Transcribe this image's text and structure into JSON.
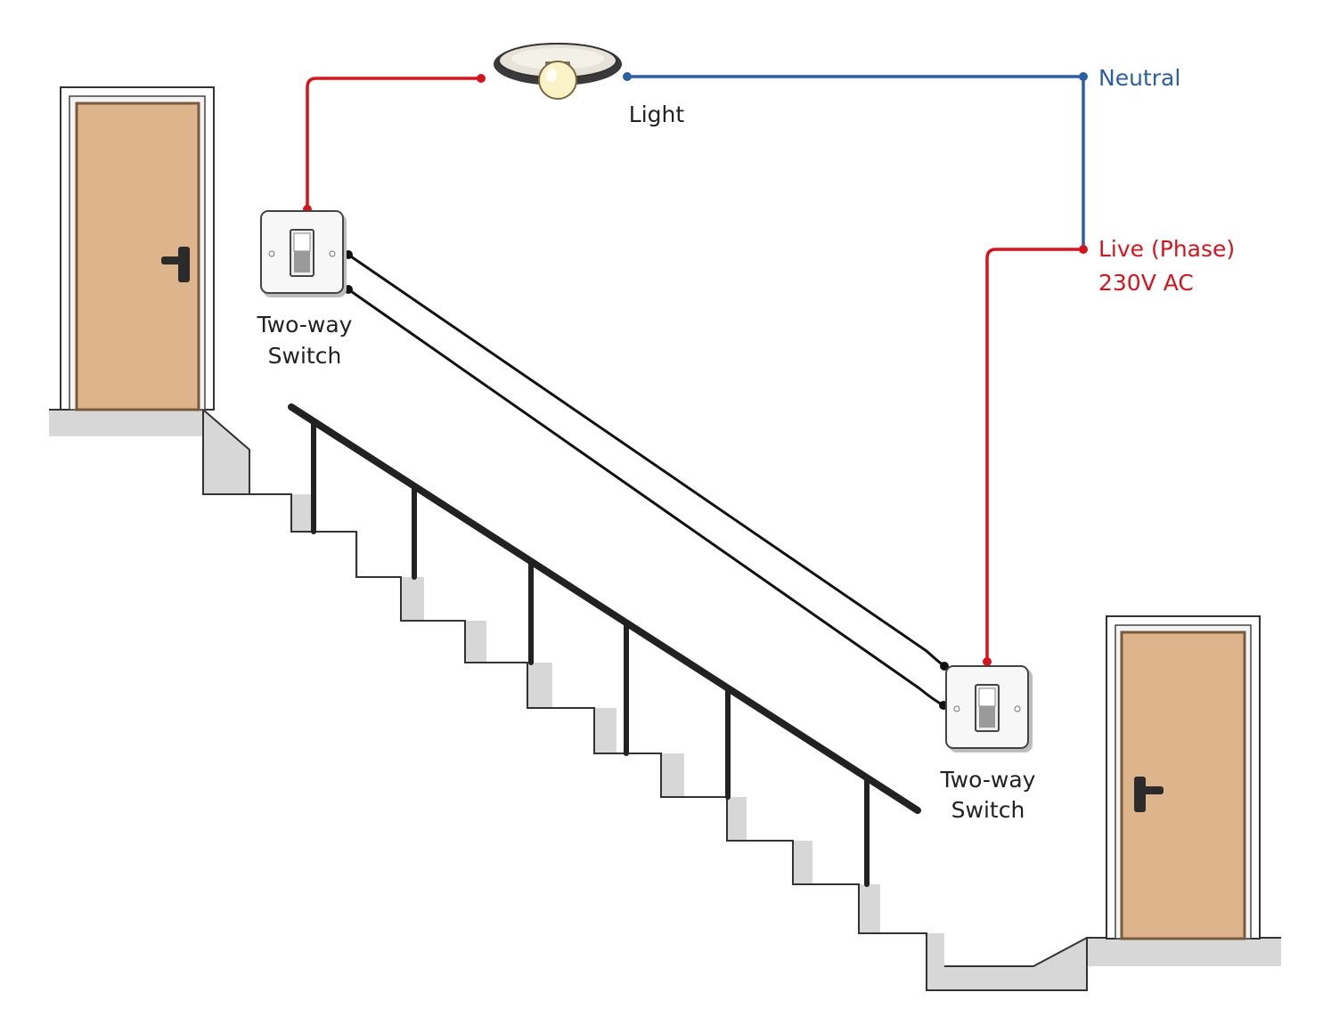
{
  "labels": {
    "light": "Light",
    "neutral": "Neutral",
    "live_line1": "Live (Phase)",
    "live_line2": "230V  AC",
    "switch_top_line1": "Two-way",
    "switch_top_line2": "Switch",
    "switch_bottom_line1": "Two-way",
    "switch_bottom_line2": "Switch"
  },
  "colors": {
    "live_wire": "#d9131c",
    "neutral_wire": "#2a5fa5",
    "traveller_wire": "#111111",
    "stair": "#d7d7d7",
    "stair_outline": "#333333",
    "door_fill": "#deb48c",
    "handrail": "#222222"
  }
}
